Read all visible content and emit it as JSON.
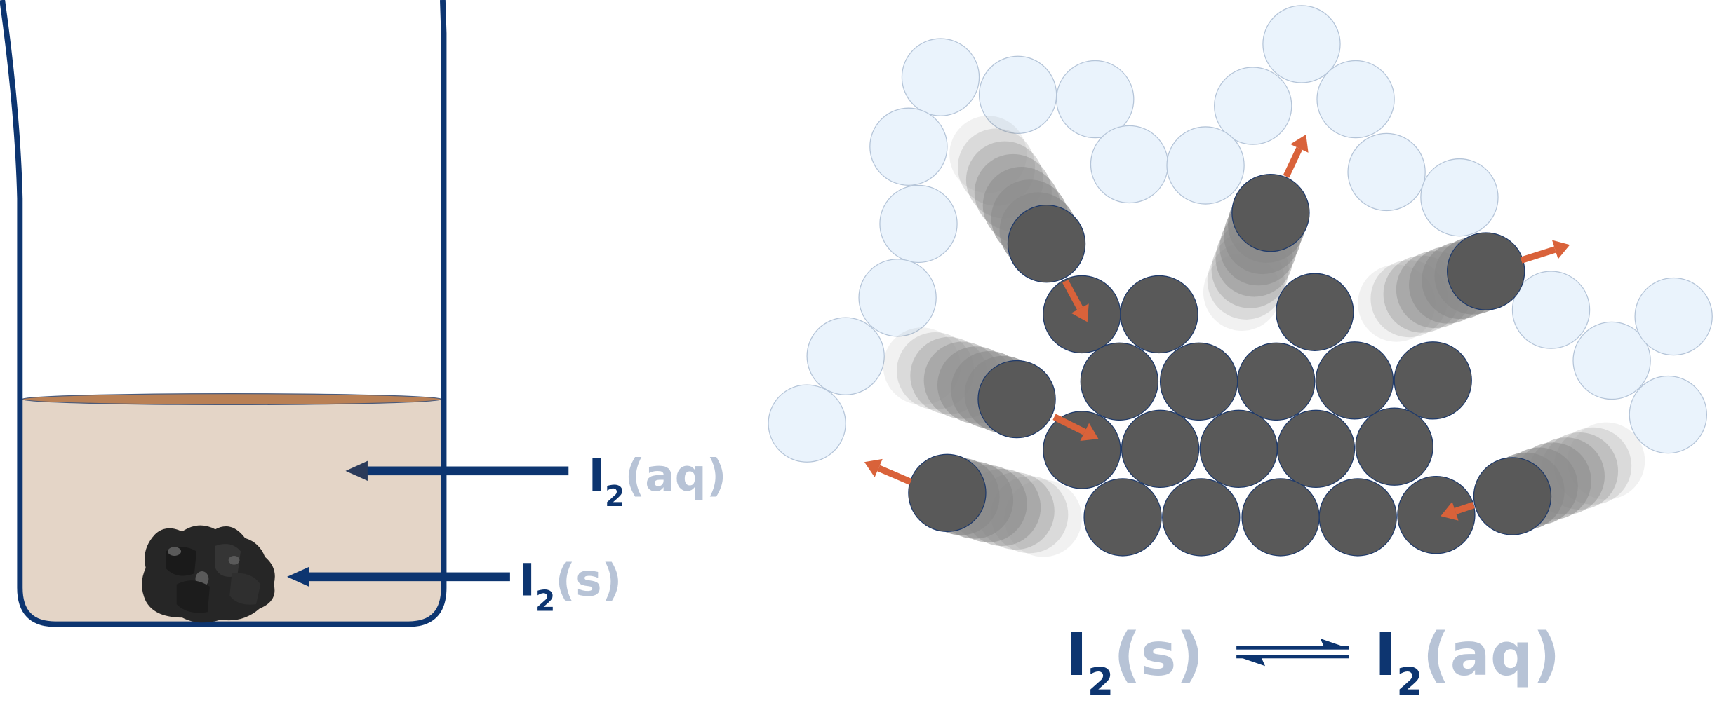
{
  "beaker": {
    "label_aq": {
      "species": "I",
      "subscript": "2",
      "state": "(aq)"
    },
    "label_s": {
      "species": "I",
      "subscript": "2",
      "state": "(s)"
    }
  },
  "equation": {
    "reactant": {
      "species": "I",
      "subscript": "2",
      "state": "(s)"
    },
    "product": {
      "species": "I",
      "subscript": "2",
      "state": "(aq)"
    },
    "arrow": "equilibrium-arrows-icon"
  },
  "colors": {
    "beaker_outline": "#0d3570",
    "liquid": "#e4d5c7",
    "liquid_surface": "#b98055",
    "solid_particle": "#595959",
    "solvated_particle": "#eaf3fc",
    "motion_arrow": "#d9623a",
    "state_text": "#b7c3d6",
    "species_text": "#0d3570"
  }
}
